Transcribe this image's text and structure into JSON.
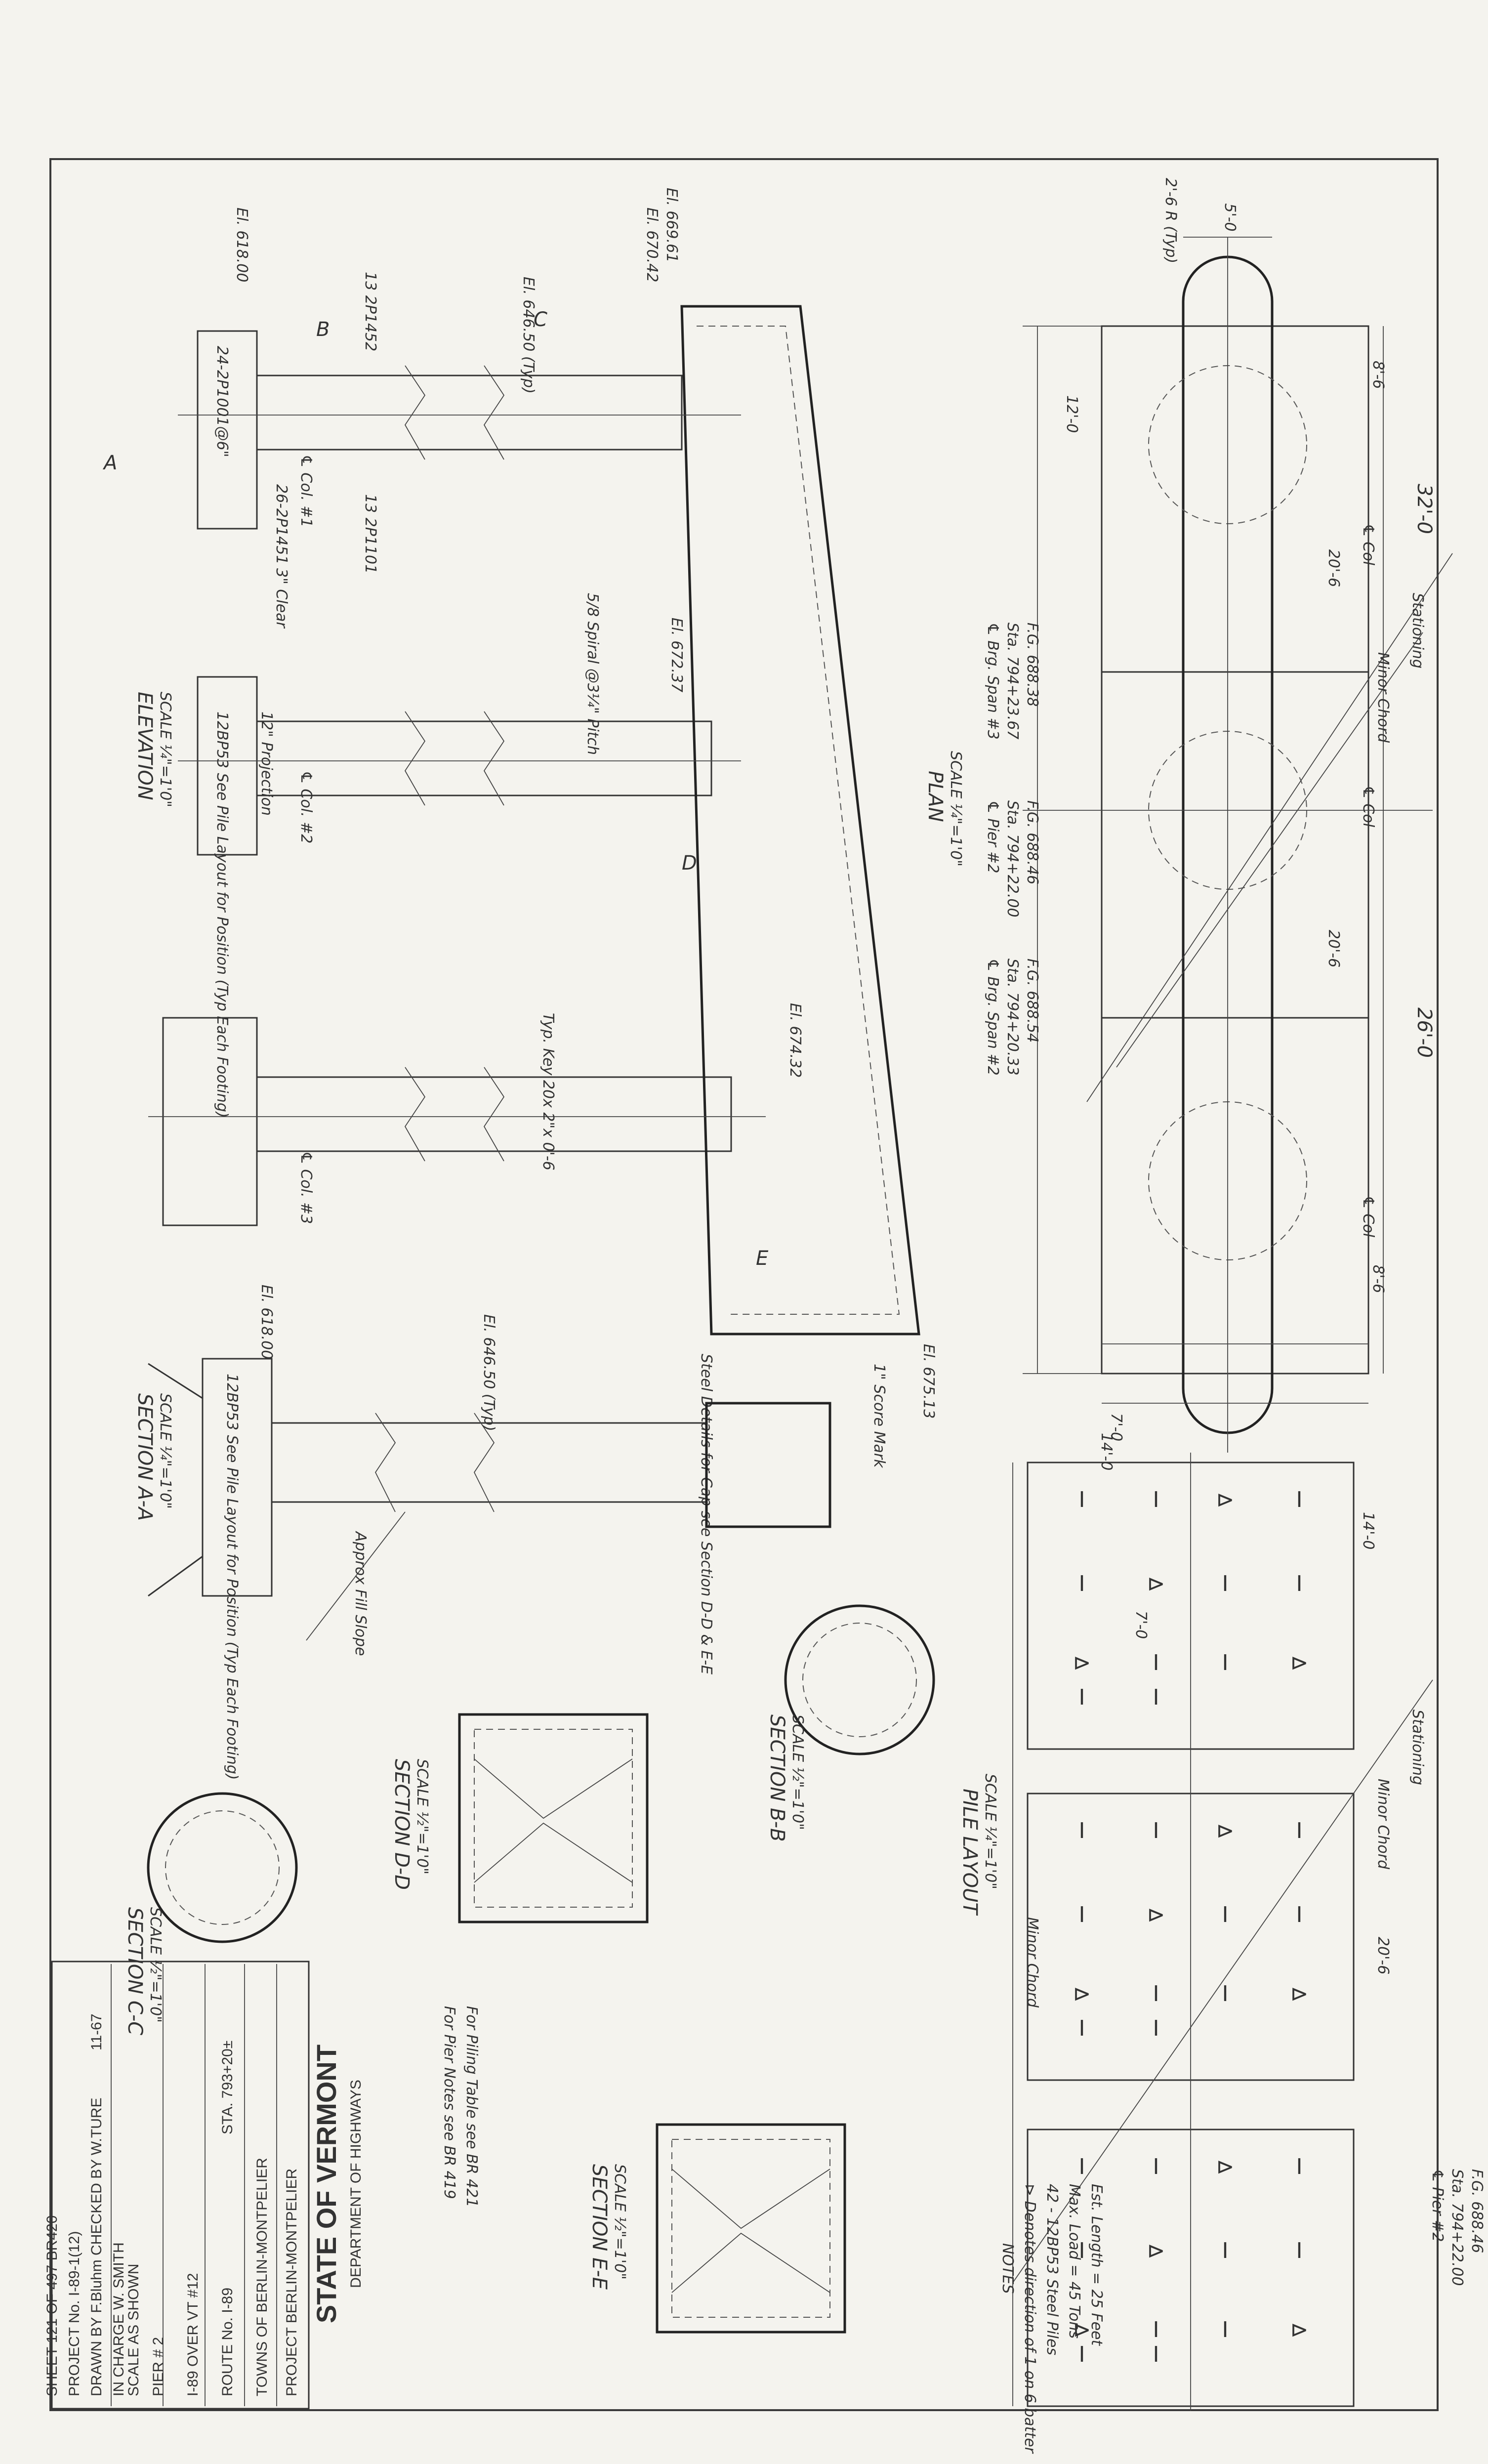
{
  "title_block": {
    "state": "STATE OF VERMONT",
    "department": "DEPARTMENT OF HIGHWAYS",
    "project": "PROJECT  BERLIN-MONTPELIER",
    "towns": "TOWNS OF  BERLIN-MONTPELIER",
    "route": "ROUTE No.  I-89",
    "station": "STA. 793+20±",
    "structure": "I-89 OVER VT #12",
    "pier": "PIER # 2",
    "scale": "SCALE  AS SHOWN",
    "in_charge": "IN CHARGE    W. SMITH",
    "drawn": "DRAWN BY F.Bluhm   CHECKED BY W.TURE",
    "date": "11-67",
    "project_no": "PROJECT No.  I-89-1(12)",
    "sheet": "SHEET  121  OF  497   BR420"
  },
  "views": {
    "plan": "PLAN",
    "plan_scale": "SCALE ¼\"=1'0\"",
    "elevation": "ELEVATION",
    "elevation_scale": "SCALE ¼\"=1'0\"",
    "pile_layout": "PILE LAYOUT",
    "pile_scale": "SCALE ¼\"=1'0\"",
    "section_aa": "SECTION  A-A",
    "section_aa_scale": "SCALE ¼\"=1'0\"",
    "section_bb": "SECTION  B-B",
    "section_bb_scale": "SCALE ½\"=1'0\"",
    "section_cc": "SECTION  C-C",
    "section_cc_scale": "SCALE ½\"=1'0\"",
    "section_dd": "SECTION  D-D",
    "section_dd_scale": "SCALE ½\"=1'0\"",
    "section_ee": "SECTION  E-E",
    "section_ee_scale": "SCALE ½\"=1'0\""
  },
  "plan_labels": {
    "stationing": "Stationing",
    "minor_chord": "Minor Chord",
    "col": "℄ Col",
    "pier2": "℄ Pier #2",
    "brg_span3": "℄ Brg. Span #3",
    "brg_span3_sta": "Sta. 794+23.67",
    "brg_span3_fg": "F.G. 688.38",
    "pier2_sta": "Sta. 794+22.00",
    "pier2_fg": "F.G. 688.46",
    "brg_span2": "℄ Brg. Span #2",
    "brg_span2_sta": "Sta. 794+20.33",
    "brg_span2_fg": "F.G. 688.54",
    "dim_32": "32'-0",
    "dim_26": "26'-0",
    "dim_20_6": "20'-6",
    "dim_5": "5'-0",
    "dim_14": "14'-0",
    "dim_7": "7'-0",
    "dim_12": "12'-0",
    "dim_8_6": "8'-6",
    "radius": "2'-6 R (Typ)"
  },
  "elevation_labels": {
    "col1": "℄ Col. #1",
    "col2": "℄ Col. #2",
    "col3": "℄ Col. #3",
    "el_cap_top": "El. 669.61",
    "el_670": "El. 670.42",
    "el_646": "El. 646.50 (Typ)",
    "el_618": "El. 618.00",
    "el_672": "El. 672.37",
    "el_674": "El. 674.32",
    "el_675": "El. 675.13",
    "spiral": "5/8 Spiral @3¼\" Pitch",
    "bars_13p1452": "13 2P1452",
    "bars_13p1101": "13 2P1101",
    "bars_24p1001": "24-2P1001@6\"",
    "bars_26p1451": "26-2P1451",
    "projection": "12\" Projection",
    "piles": "12BP53 See Pile Layout for Position (Typ Each Footing)",
    "score": "1\" Score Mark",
    "key": "Typ. Key 20x 2\"x 0'-6",
    "steel_details": "Steel Details for Cap see Section D-D & E-E",
    "fill_slope": "Approx Fill Slope",
    "clear": "3\" Clear"
  },
  "notes": {
    "heading": "NOTES",
    "n1": "⊳ Denotes direction of 1 on 6 batter",
    "n2": "42 - 12BP53 Steel Piles",
    "n3": "Max. Load = 45 Tons",
    "n4": "Est. Length = 25 Feet",
    "ref1": "For Pier Notes see BR 419",
    "ref2": "For Piling Table see BR 421"
  }
}
